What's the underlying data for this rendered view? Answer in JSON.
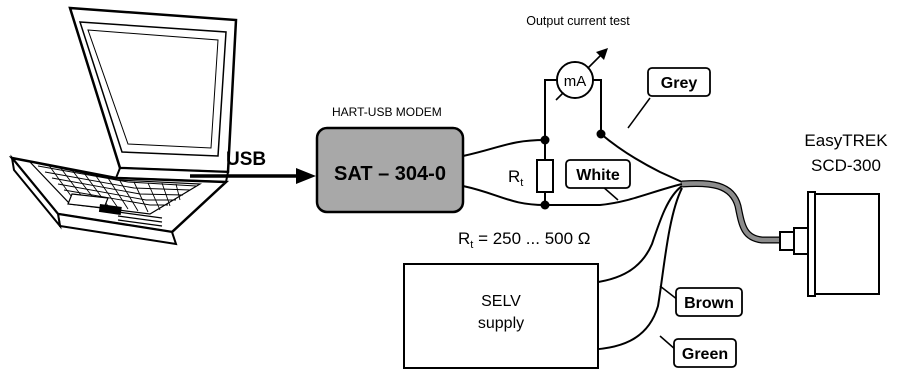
{
  "title": "Output current test",
  "modem": {
    "caption": "HART-USB MODEM",
    "label": "SAT – 304-0"
  },
  "usb_label": "USB",
  "meter_label": "mA",
  "resistor": {
    "label": "R",
    "sub": "t",
    "range_prefix": "R",
    "range_sub": "t",
    "range_text": " = 250 ... 500 Ω"
  },
  "device": {
    "brand": "EasyTREK",
    "model": "SCD-300"
  },
  "supply": {
    "line1": "SELV",
    "line2": "supply"
  },
  "wire_labels": {
    "grey": "Grey",
    "white": "White",
    "brown": "Brown",
    "green": "Green"
  },
  "colors": {
    "modem_fill": "#a8a8a8",
    "cable_grey": "#8c8c8c"
  }
}
